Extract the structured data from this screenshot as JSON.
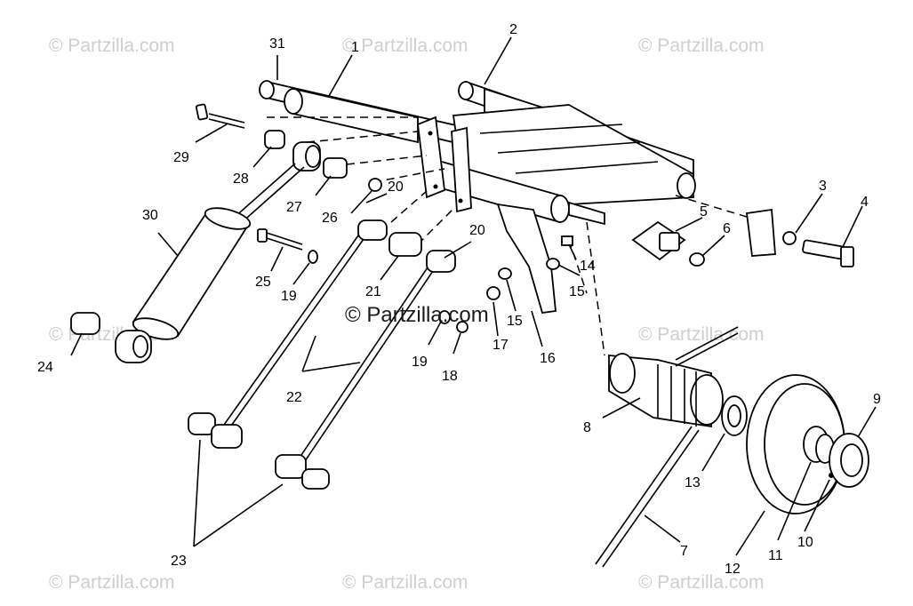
{
  "watermark": {
    "text": "© Partzilla.com"
  },
  "labels": [
    {
      "id": "31",
      "text": "31"
    },
    {
      "id": "1",
      "text": "1"
    },
    {
      "id": "2",
      "text": "2"
    },
    {
      "id": "29",
      "text": "29"
    },
    {
      "id": "28",
      "text": "28"
    },
    {
      "id": "27",
      "text": "27"
    },
    {
      "id": "20a",
      "text": "20"
    },
    {
      "id": "26",
      "text": "26"
    },
    {
      "id": "30",
      "text": "30"
    },
    {
      "id": "25",
      "text": "25"
    },
    {
      "id": "19a",
      "text": "19"
    },
    {
      "id": "21",
      "text": "21"
    },
    {
      "id": "20b",
      "text": "20"
    },
    {
      "id": "24",
      "text": "24"
    },
    {
      "id": "22",
      "text": "22"
    },
    {
      "id": "19b",
      "text": "19"
    },
    {
      "id": "18",
      "text": "18"
    },
    {
      "id": "17",
      "text": "17"
    },
    {
      "id": "15a",
      "text": "15"
    },
    {
      "id": "15b",
      "text": "15"
    },
    {
      "id": "16",
      "text": "16"
    },
    {
      "id": "14",
      "text": "14"
    },
    {
      "id": "5",
      "text": "5"
    },
    {
      "id": "6",
      "text": "6"
    },
    {
      "id": "3",
      "text": "3"
    },
    {
      "id": "4",
      "text": "4"
    },
    {
      "id": "8",
      "text": "8"
    },
    {
      "id": "9",
      "text": "9"
    },
    {
      "id": "13",
      "text": "13"
    },
    {
      "id": "10",
      "text": "10"
    },
    {
      "id": "11",
      "text": "11"
    },
    {
      "id": "12",
      "text": "12"
    },
    {
      "id": "7",
      "text": "7"
    },
    {
      "id": "23",
      "text": "23"
    }
  ]
}
